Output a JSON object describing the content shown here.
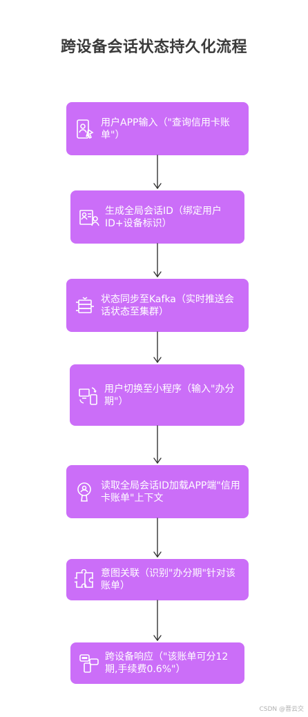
{
  "title": "跨设备会话状态持久化流程",
  "steps": [
    {
      "text": "用户APP输入（\"查询信用卡账单\"）",
      "icon": "phone-user-icon"
    },
    {
      "text": "生成全局会话ID（绑定用户ID+设备标识）",
      "icon": "id-card-icon"
    },
    {
      "text": "状态同步至Kafka（实时推送会话状态至集群）",
      "icon": "server-stack-icon"
    },
    {
      "text": "用户切换至小程序（输入\"办分期\"）",
      "icon": "device-switch-icon"
    },
    {
      "text": "读取全局会话ID加载APP端\"信用卡账单\"上下文",
      "icon": "search-user-icon"
    },
    {
      "text": "意图关联（识别\"办分期\"针对该账单）",
      "icon": "puzzle-icon"
    },
    {
      "text": "跨设备响应（\"该账单可分12期,手续费0.6%\"）",
      "icon": "chat-device-icon"
    }
  ],
  "watermark": "CSDN @晋云交"
}
